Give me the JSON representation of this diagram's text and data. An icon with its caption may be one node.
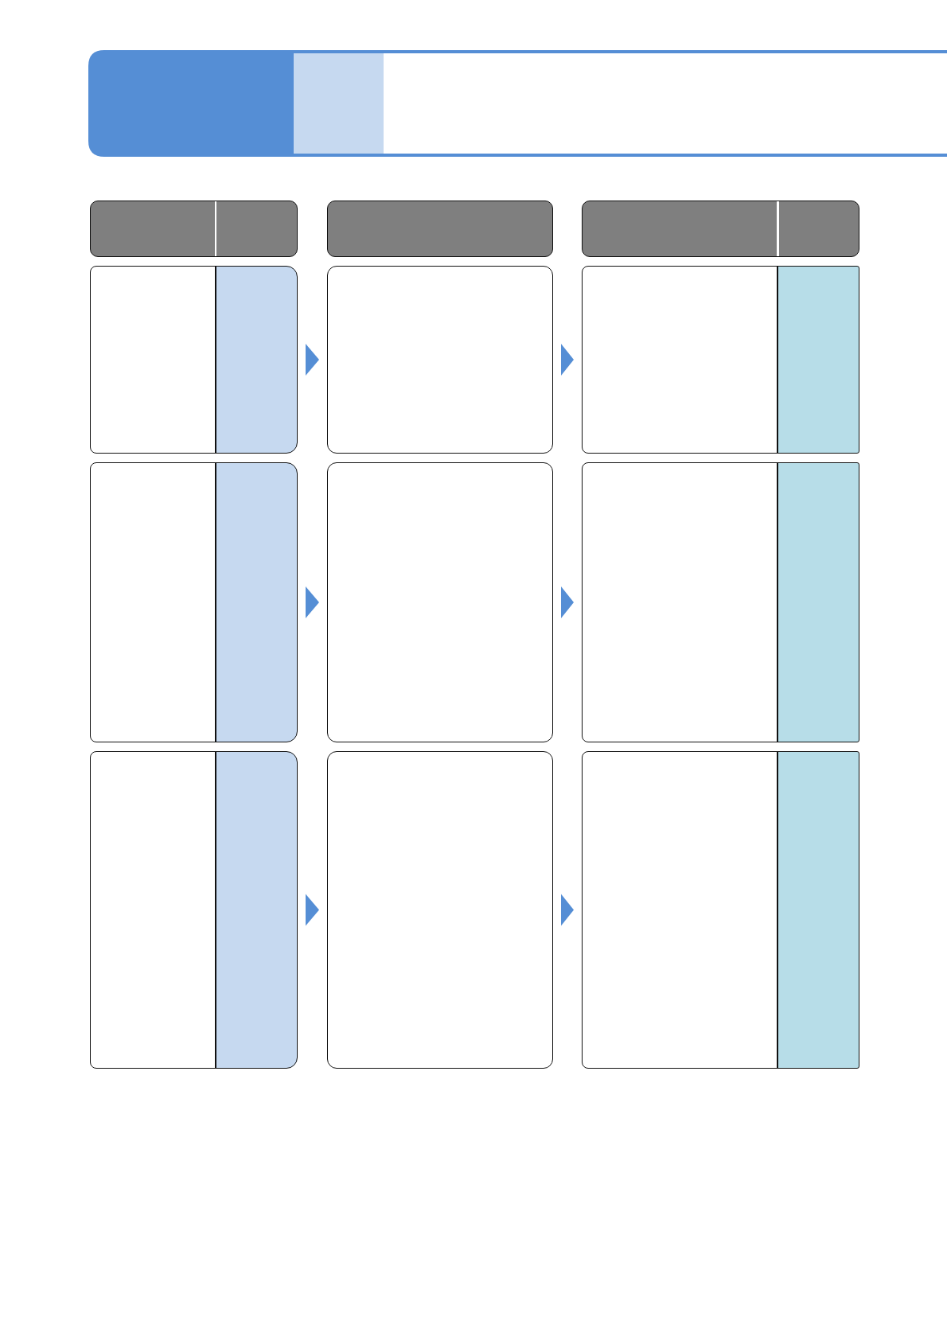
{
  "diagram": {
    "nodes": [
      {
        "text": [],
        "shape": "box"
      },
      {
        "text": [],
        "shape": "box"
      },
      {
        "text": [],
        "shape": "box"
      },
      {
        "text": [],
        "shape": "box"
      },
      {
        "text": [],
        "shape": "box"
      },
      {
        "text": [],
        "shape": "box"
      },
      {
        "text": [],
        "shape": "box"
      },
      {
        "text": [],
        "shape": "box"
      },
      {
        "text": [],
        "shape": "box"
      },
      {
        "text": [],
        "shape": "box"
      },
      {
        "text": [],
        "shape": "box"
      },
      {
        "text": [],
        "shape": "box"
      }
    ],
    "edges": [
      {
        "from": 3,
        "to": 4,
        "arrow": "to"
      },
      {
        "from": 4,
        "to": 5,
        "arrow": "to"
      },
      {
        "from": 6,
        "to": 7,
        "arrow": "to"
      },
      {
        "from": 7,
        "to": 8,
        "arrow": "to"
      },
      {
        "from": 9,
        "to": 10,
        "arrow": "to"
      },
      {
        "from": 10,
        "to": 11,
        "arrow": "to"
      }
    ]
  }
}
